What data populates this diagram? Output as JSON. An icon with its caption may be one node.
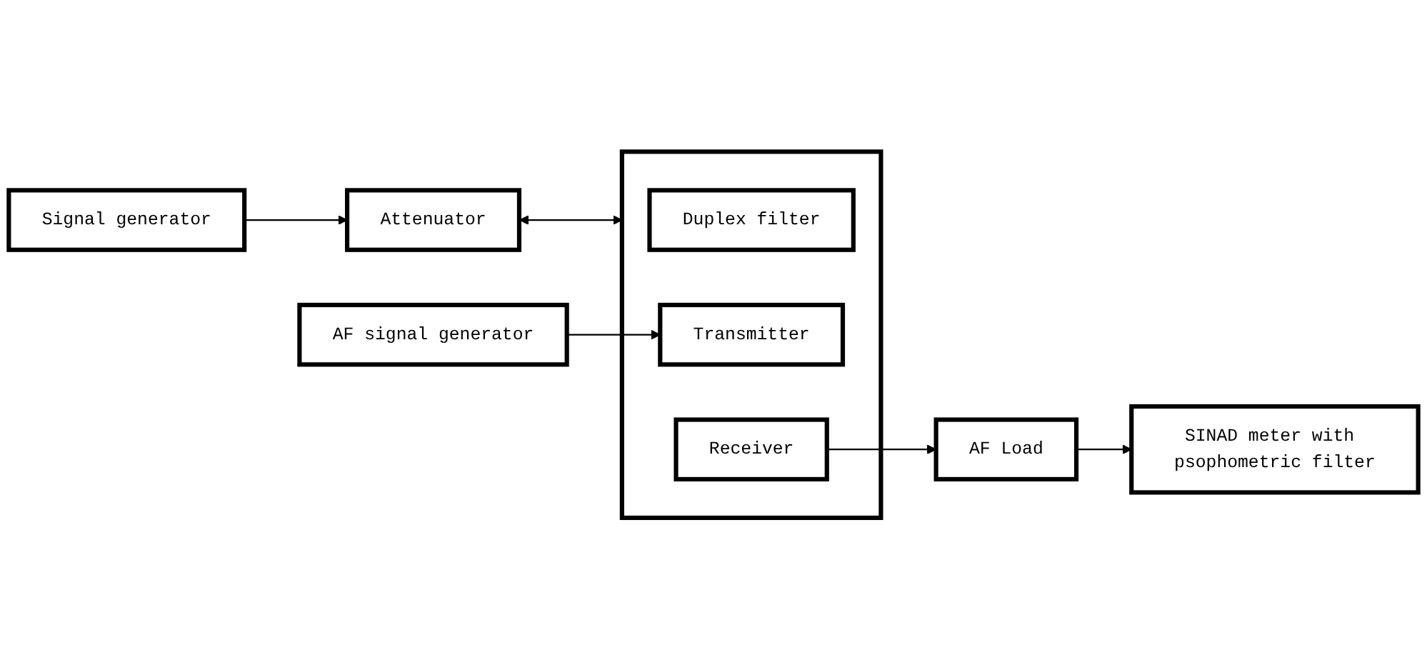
{
  "diagram": {
    "nodes": [
      {
        "text": [
          "Signal generator"
        ]
      },
      {
        "text": [
          "Attenuator"
        ]
      },
      {
        "text": [],
        "shape": "box"
      },
      {
        "text": [
          "Duplex filter"
        ],
        "in": 2
      },
      {
        "text": [
          "Transmitter"
        ],
        "in": 2
      },
      {
        "text": [
          "Receiver"
        ],
        "in": 2
      },
      {
        "text": [
          "AF signal generator"
        ]
      },
      {
        "text": [
          "AF Load"
        ]
      },
      {
        "text": [
          "SINAD meter with psophometric filter"
        ]
      }
    ],
    "edges": [
      {
        "from": 0,
        "to": 1,
        "arrow": "to"
      },
      {
        "from": 1,
        "to": 2,
        "arrow": "both"
      },
      {
        "from": 6,
        "to": 4,
        "arrow": "to"
      },
      {
        "from": 5,
        "to": 7,
        "arrow": "to"
      },
      {
        "from": 7,
        "to": 8,
        "arrow": "to"
      }
    ]
  }
}
